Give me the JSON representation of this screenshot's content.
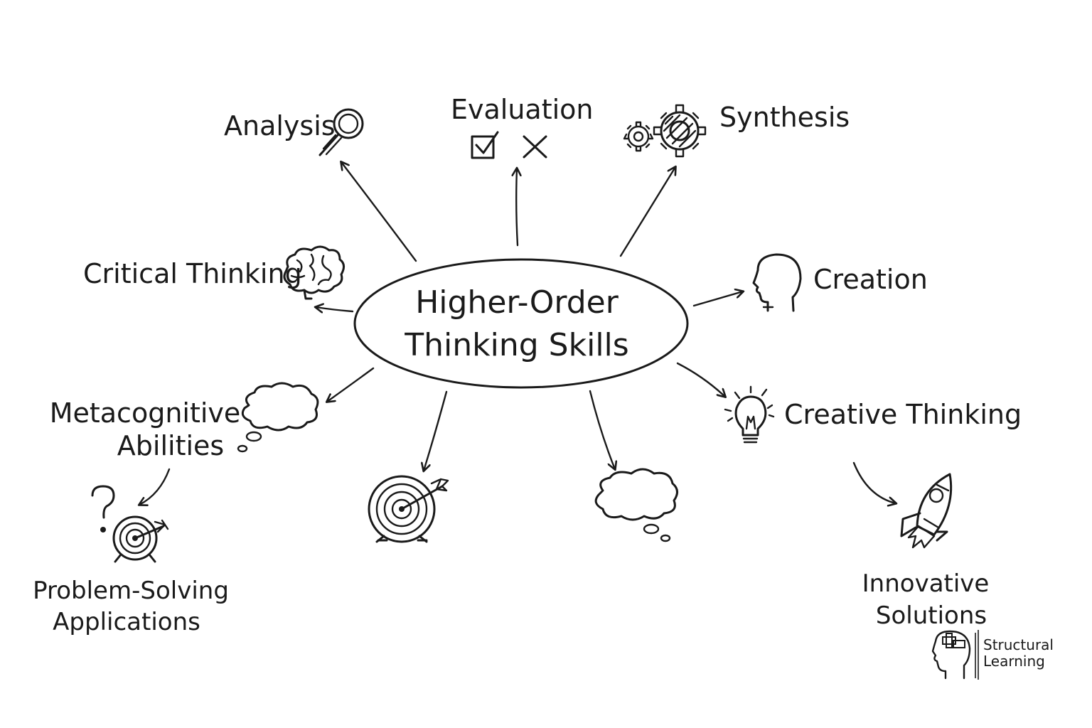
{
  "center": {
    "line1": "Higher-Order",
    "line2": "Thinking Skills"
  },
  "nodes": {
    "analysis": "Analysis",
    "evaluation": "Evaluation",
    "synthesis": "Synthesis",
    "critical_thinking": "Critical Thinking",
    "creation": "Creation",
    "metacognitive": {
      "line1": "Metacognitive",
      "line2": "Abilities"
    },
    "creative_thinking": "Creative Thinking",
    "problem_solving": {
      "line1": "Problem-Solving",
      "line2": "Applications"
    },
    "innovative": {
      "line1": "Innovative",
      "line2": "Solutions"
    }
  },
  "logo": {
    "line1": "Structural",
    "line2": "Learning"
  },
  "colors": {
    "ink": "#1a1a1a",
    "background": "#ffffff"
  },
  "icons": [
    "magnifier-icon",
    "checkbox-icon",
    "x-mark-icon",
    "gears-icon",
    "brain-icon",
    "head-profile-icon",
    "thought-cloud-icon",
    "lightbulb-icon",
    "question-mark-icon",
    "target-icon",
    "rocket-icon"
  ]
}
